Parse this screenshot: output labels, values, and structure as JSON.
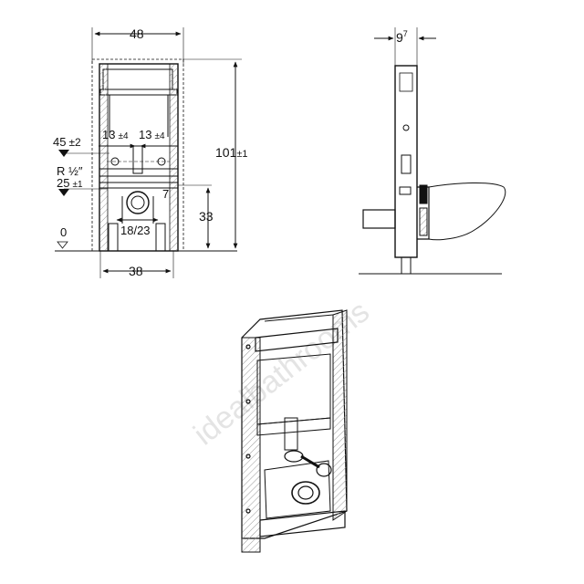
{
  "watermark": "idealbathrooms",
  "front_view": {
    "width": "48",
    "height": "101",
    "height_tol": "±1",
    "base_width": "38",
    "outlet_height": "33",
    "outlet_spacing": "18/23",
    "inlet_height": "45",
    "inlet_height_tol": "±2",
    "inlet_offset_left": "13",
    "inlet_offset_left_tol": "±4",
    "inlet_offset_right": "13",
    "inlet_offset_right_tol": "±4",
    "thread": "R ½″",
    "water_height": "25",
    "water_height_tol": "±1",
    "side_offset": "7",
    "floor_level": "0"
  },
  "side_view": {
    "depth_main": "9",
    "depth_sup": "7"
  },
  "colors": {
    "line": "#111111",
    "hatch": "#888888",
    "watermark": "#e4e4e4"
  }
}
